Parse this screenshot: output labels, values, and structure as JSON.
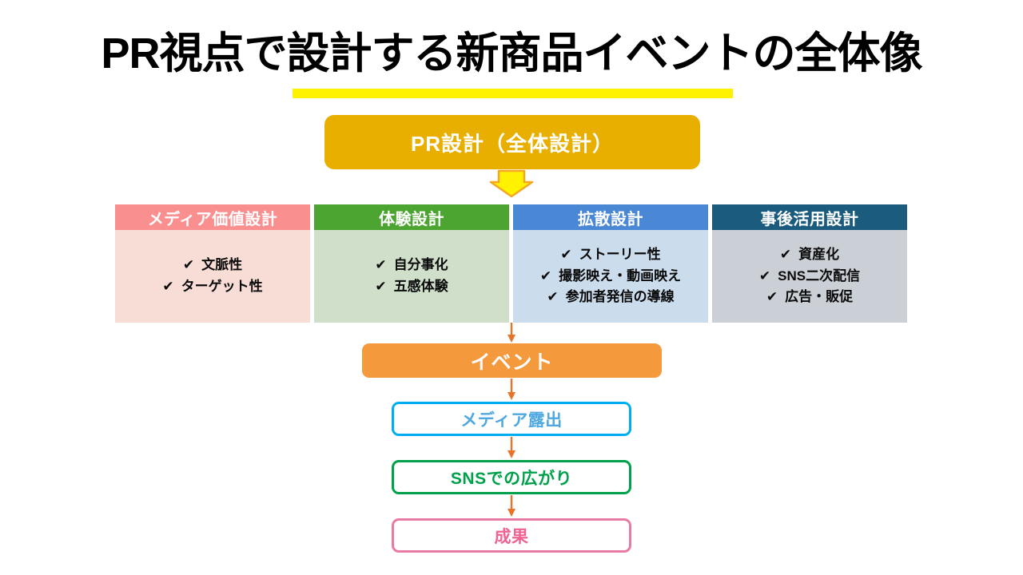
{
  "slide": {
    "title": "PR視点で設計する新商品イベントの全体像",
    "underline_color": "#FFF200"
  },
  "top_box": {
    "label": "PR設計（全体設計）",
    "fill_color": "#E8AF00",
    "text_color": "#FFFFFF"
  },
  "arrow": {
    "name": "down-block-arrow",
    "fill_color": "#FFF200",
    "stroke_color": "#F5A623"
  },
  "columns": [
    {
      "header": "メディア価値設計",
      "header_color": "#F98F8F",
      "body_color": "#F8DCD6",
      "items": [
        "文脈性",
        "ターゲット性"
      ],
      "check": "✔"
    },
    {
      "header": "体験設計",
      "header_color": "#4CA531",
      "body_color": "#CFDFCA",
      "items": [
        "自分事化",
        "五感体験"
      ],
      "check": "✔"
    },
    {
      "header": "拡散設計",
      "header_color": "#4A87D4",
      "body_color": "#CBDCEC",
      "items": [
        "ストーリー性",
        "撮影映え・動画映え",
        "参加者発信の導線"
      ],
      "check": "✔"
    },
    {
      "header": "事後活用設計",
      "header_color": "#1A5B7E",
      "body_color": "#CBD0D6",
      "items": [
        "資産化",
        "SNS二次配信",
        "広告・販促"
      ],
      "check": "✔"
    }
  ],
  "flow": {
    "connector_color": "#E8742C",
    "event": {
      "label": "イベント",
      "fill_color": "#F59A3C",
      "text_color": "#FFFFFF"
    },
    "steps": [
      {
        "label": "メディア露出",
        "border_color": "#00AEEF",
        "text_color": "#4FA8E0"
      },
      {
        "label": "SNSでの広がり",
        "border_color": "#00A14B",
        "text_color": "#00A14B"
      },
      {
        "label": "成果",
        "border_color": "#E87BA5",
        "text_color": "#F06292"
      }
    ]
  }
}
